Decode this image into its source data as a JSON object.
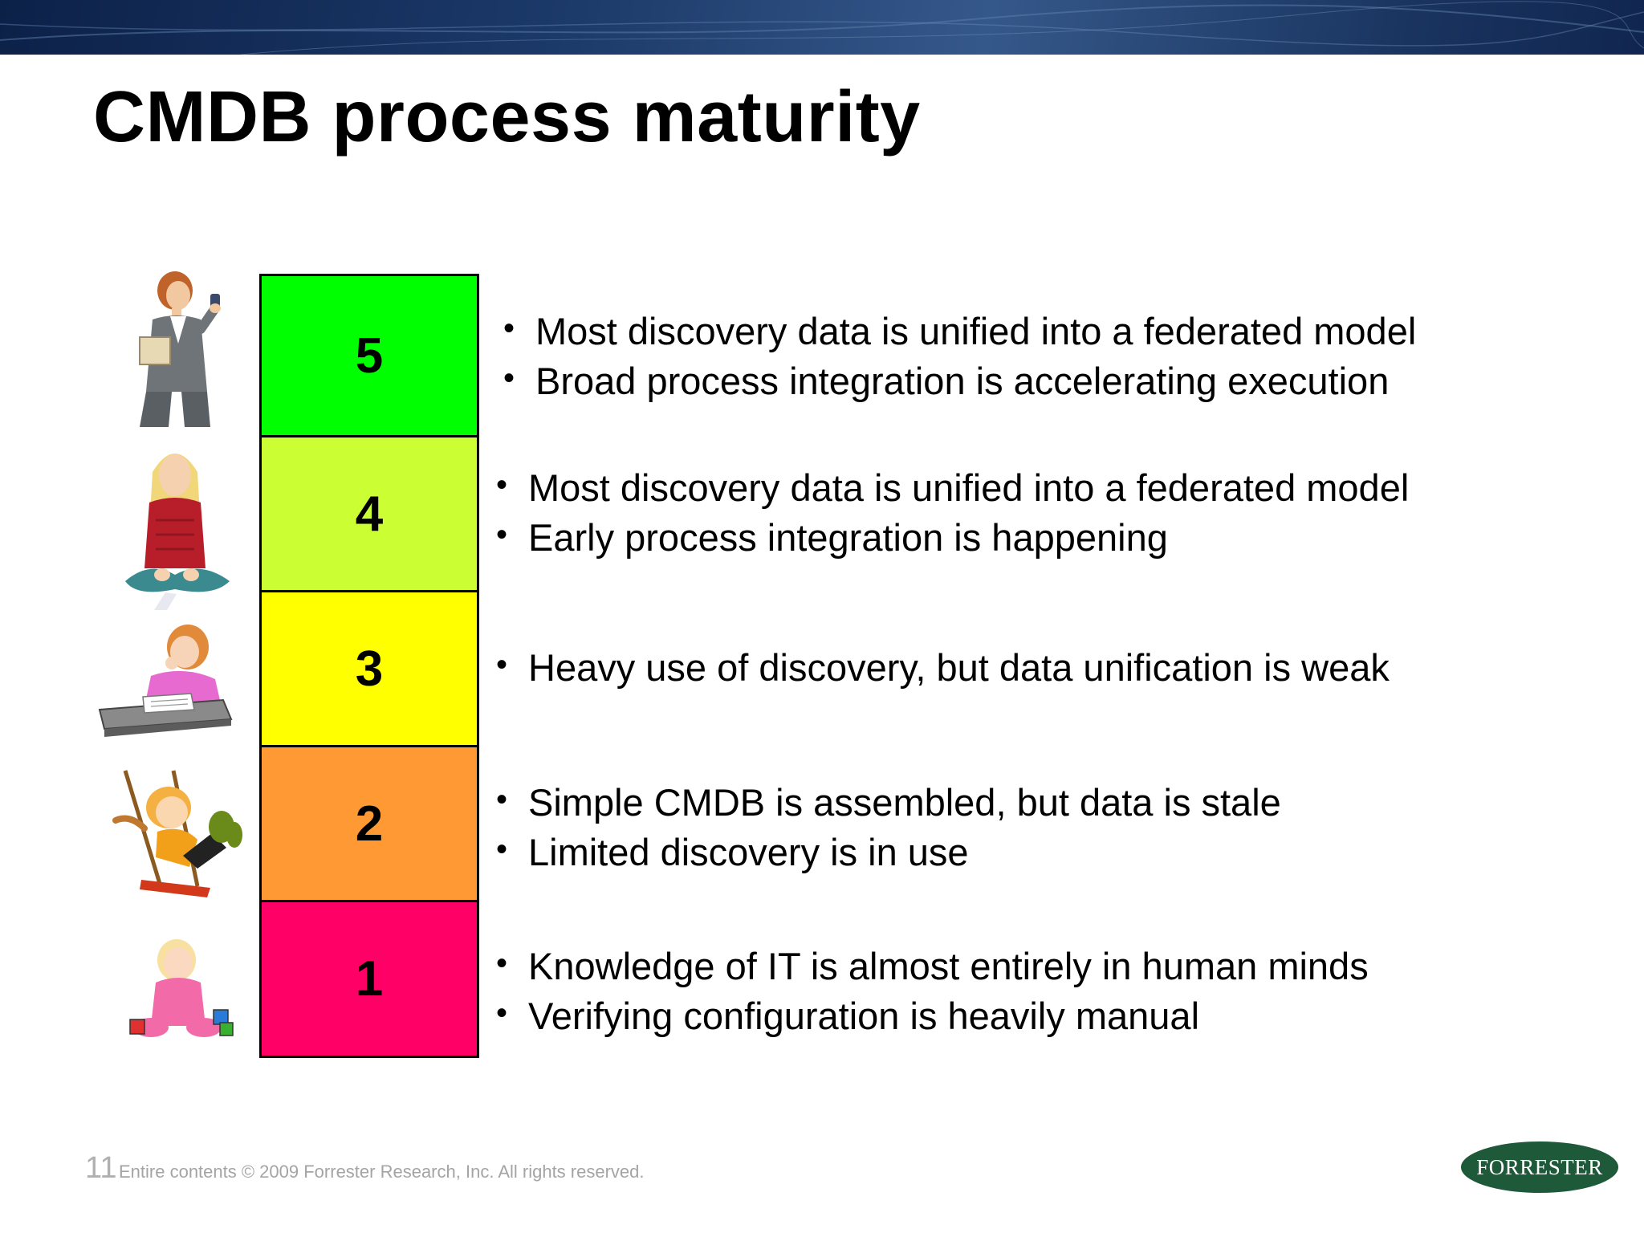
{
  "title": "CMDB process maturity",
  "levels": [
    {
      "number": "5",
      "color": "#00ff00",
      "figure": "woman-with-phone-icon",
      "bullets": [
        "Most discovery data is unified into a federated model",
        "Broad process integration is accelerating execution"
      ]
    },
    {
      "number": "4",
      "color": "#ccff33",
      "figure": "teen-sitting-icon",
      "bullets": [
        "Most discovery data is unified into a federated model",
        "Early process integration is happening"
      ]
    },
    {
      "number": "3",
      "color": "#ffff00",
      "figure": "student-at-desk-icon",
      "bullets": [
        "Heavy use of discovery, but data unification is weak"
      ]
    },
    {
      "number": "2",
      "color": "#ff9933",
      "figure": "child-on-swing-icon",
      "bullets": [
        "Simple CMDB is assembled, but data is stale",
        "Limited discovery is in use"
      ]
    },
    {
      "number": "1",
      "color": "#ff0066",
      "figure": "baby-with-blocks-icon",
      "bullets": [
        "Knowledge of IT is almost entirely in human minds",
        "Verifying configuration is heavily manual"
      ]
    }
  ],
  "footer": {
    "page_number": "11",
    "copyright": "Entire contents © 2009  Forrester Research, Inc. All rights reserved."
  },
  "logo": {
    "text": "FORRESTER",
    "color": "#1e5a3a"
  }
}
